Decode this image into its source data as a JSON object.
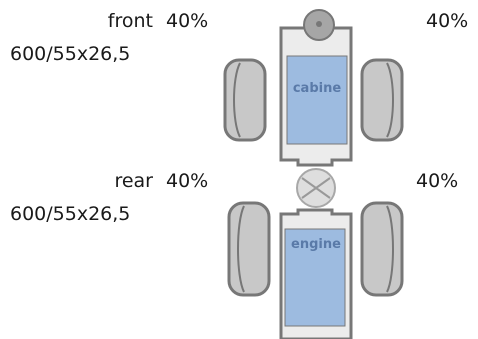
{
  "front": {
    "label": "front",
    "tire_size": "600/55x26,5",
    "left_percent": "40%",
    "right_percent": "40%"
  },
  "rear": {
    "label": "rear",
    "tire_size": "600/55x26,5",
    "left_percent": "40%",
    "right_percent": "40%"
  },
  "cabin_label": "cabine",
  "engine_label": "engine",
  "colors": {
    "frame_fill": "#ececec",
    "frame_stroke": "#777777",
    "box_fill": "#9dbbe0",
    "wheel_fill": "#c8c8c8",
    "box_text": "#5a7aa8"
  }
}
